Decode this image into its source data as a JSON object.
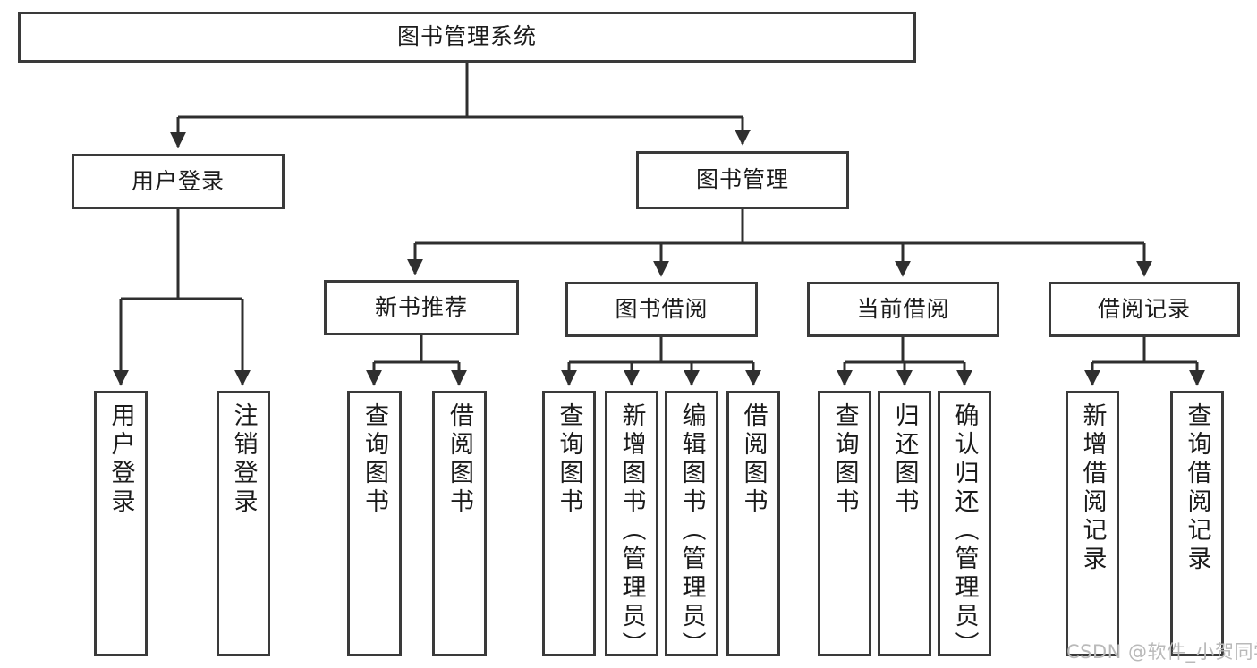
{
  "diagram": {
    "title": "图书管理系统",
    "type": "hierarchy-tree",
    "watermark": "CSDN @软件_小贺同学",
    "colors": {
      "box_border": "#3a3a3a",
      "box_fill": "#ffffff",
      "connector": "#2f2f2f",
      "text": "#1b1b1b",
      "watermark": "#b9b9b9"
    },
    "nodes": {
      "root": {
        "label": "图书管理系统"
      },
      "level2": [
        {
          "id": "user-login",
          "label": "用户登录"
        },
        {
          "id": "book-manage",
          "label": "图书管理"
        }
      ],
      "level3": [
        {
          "id": "new-book-recommend",
          "label": "新书推荐"
        },
        {
          "id": "book-borrow",
          "label": "图书借阅"
        },
        {
          "id": "current-borrow",
          "label": "当前借阅"
        },
        {
          "id": "borrow-record",
          "label": "借阅记录"
        }
      ],
      "leaves": {
        "user-login": [
          {
            "id": "leaf-user-login",
            "label": "用户登录"
          },
          {
            "id": "leaf-logout-login",
            "label": "注销登录"
          }
        ],
        "new-book-recommend": [
          {
            "id": "leaf-query-book-1",
            "label": "查询图书"
          },
          {
            "id": "leaf-borrow-book-1",
            "label": "借阅图书"
          }
        ],
        "book-borrow": [
          {
            "id": "leaf-query-book-2",
            "label": "查询图书"
          },
          {
            "id": "leaf-add-book",
            "label": "新增图书（管理员）"
          },
          {
            "id": "leaf-edit-book",
            "label": "编辑图书（管理员）"
          },
          {
            "id": "leaf-borrow-book-2",
            "label": "借阅图书"
          }
        ],
        "current-borrow": [
          {
            "id": "leaf-query-book-3",
            "label": "查询图书"
          },
          {
            "id": "leaf-return-book",
            "label": "归还图书"
          },
          {
            "id": "leaf-confirm-return",
            "label": "确认归还（管理员）"
          }
        ],
        "borrow-record": [
          {
            "id": "leaf-add-record",
            "label": "新增借阅记录"
          },
          {
            "id": "leaf-query-record",
            "label": "查询借阅记录"
          }
        ]
      }
    }
  }
}
